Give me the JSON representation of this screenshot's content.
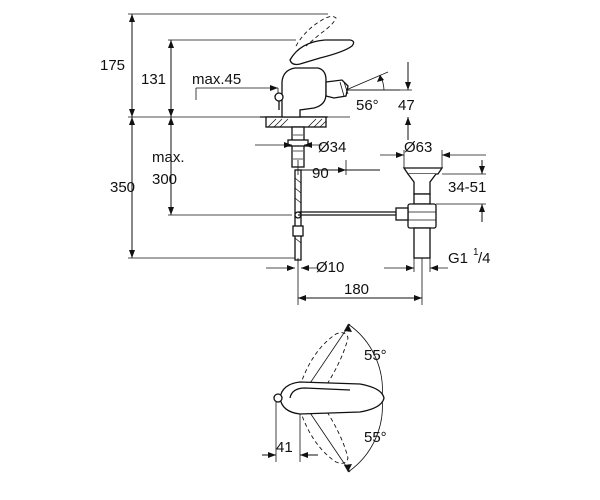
{
  "dimensions": {
    "height_total_upper": "175",
    "spout_height": "131",
    "max_45": "max.45",
    "angle_spray": "56°",
    "spray_height": "47",
    "hole_diameter": "Ø34",
    "waste_diameter": "Ø63",
    "max_label": "max.",
    "max_300": "300",
    "height_total": "350",
    "offset_90": "90",
    "range_34_51": "34-51",
    "thread_g": "G1",
    "thread_sup": "1",
    "thread_frac": "/4",
    "pipe_diameter": "Ø10",
    "depth_180": "180",
    "angle_upper": "55°",
    "angle_lower": "55°",
    "width_41": "41"
  }
}
